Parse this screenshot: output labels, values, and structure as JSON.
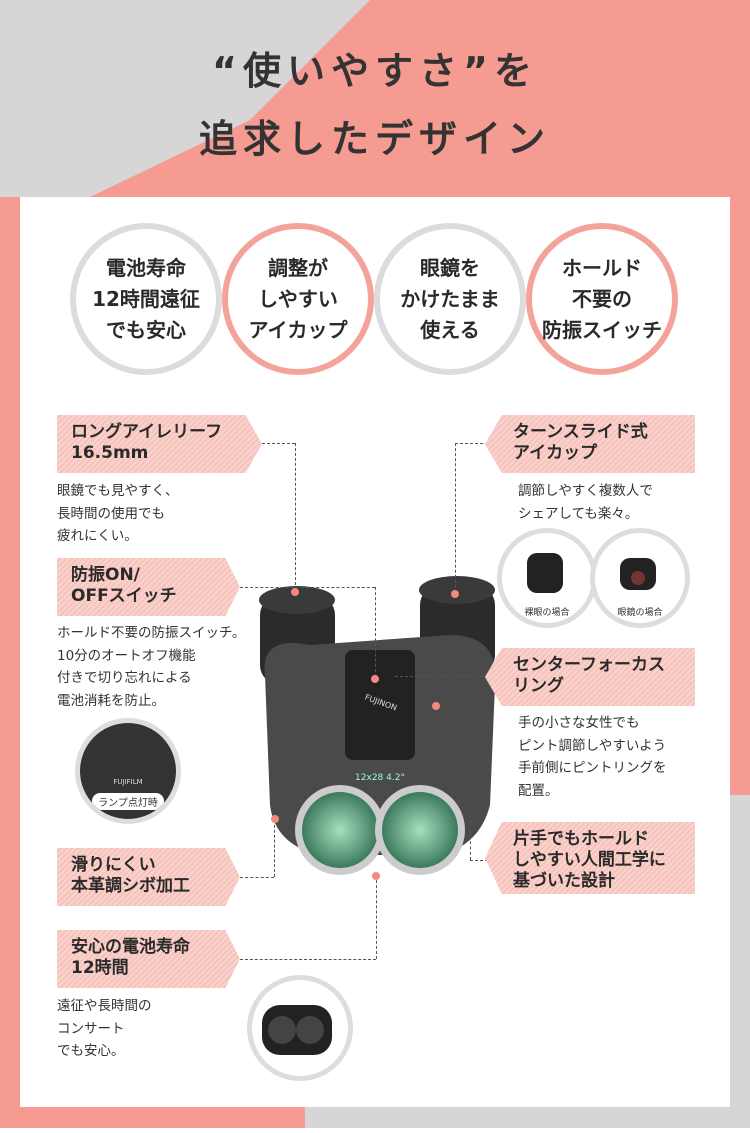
{
  "colors": {
    "pink": "#f59b91",
    "gray": "#d6d6d6",
    "banner": "#f8cdc6"
  },
  "header": {
    "line1": "“使いやすさ”を",
    "line2": "追求したデザイン"
  },
  "features": [
    {
      "text": "電池寿命\n12時間遠征\nでも安心",
      "style": "gray"
    },
    {
      "text": "調整が\nしやすい\nアイカップ",
      "style": "pink"
    },
    {
      "text": "眼鏡を\nかけたまま\n使える",
      "style": "gray"
    },
    {
      "text": "ホールド\n不要の\n防振スイッチ",
      "style": "pink"
    }
  ],
  "callouts": {
    "eye_relief": {
      "title": "ロングアイレリーフ\n16.5mm",
      "desc": "眼鏡でも見やすく、\n長時間の使用でも\n疲れにくい。"
    },
    "switch": {
      "title": "防振ON/\nOFFスイッチ",
      "desc": "ホールド不要の防振スイッチ。\n10分のオートオフ機能\n付きで切り忘れによる\n電池消耗を防止。",
      "photo_label": "ランプ点灯時",
      "brand": "FUJIFILM"
    },
    "grip": {
      "title": "滑りにくい\n本革調シボ加工"
    },
    "battery": {
      "title": "安心の電池寿命\n12時間",
      "desc": "遠征や長時間の\nコンサート\nでも安心。"
    },
    "eyecup": {
      "title": "ターンスライド式\nアイカップ",
      "desc": "調節しやすく複数人で\nシェアしても楽々。",
      "photo1": "裸眼の場合",
      "photo2": "眼鏡の場合"
    },
    "focus": {
      "title": "センターフォーカス\nリング",
      "desc": "手の小さな女性でも\nピント調節しやすいよう\n手前側にピントリングを\n配置。"
    },
    "ergonomic": {
      "title": "片手でもホールド\nしやすい人間工学に\n基づいた設計"
    }
  },
  "product": {
    "brand": "FUJINON",
    "spec": "12x28 4.2°"
  }
}
